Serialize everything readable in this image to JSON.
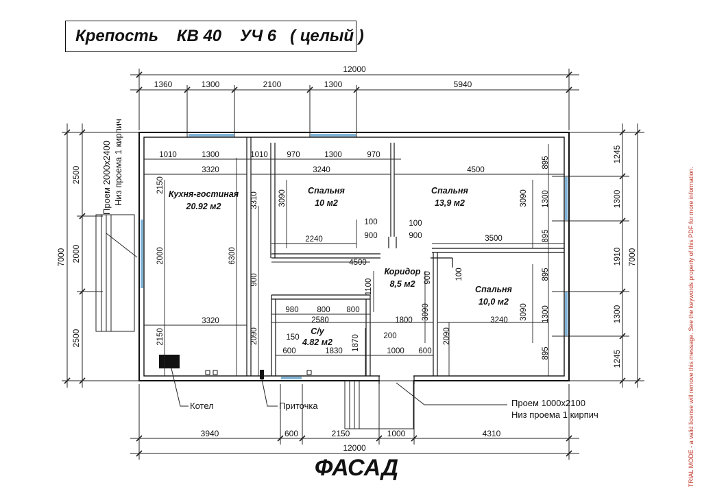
{
  "title": "Крепость    КВ 40    УЧ 6   ( целый )",
  "facade": "ФАСАД",
  "watermark": "TRIAL MODE - a valid license will remove this message. See the keywords property of this PDF for more information.",
  "dims": {
    "total_top": "12000",
    "total_bottom": "12000",
    "top": [
      "1360",
      "1300",
      "2100",
      "1300",
      "5940"
    ],
    "bottom": [
      "3940",
      "600",
      "2150",
      "1000",
      "4310"
    ],
    "left_outer": [
      "2500",
      "2000",
      "2500"
    ],
    "left_total": "7000",
    "right_outer": [
      "1245",
      "1300",
      "1910",
      "1300",
      "1245"
    ],
    "right_total": "7000",
    "inner_top_row": [
      "1010",
      "1300",
      "1010",
      "970",
      "1300",
      "970"
    ],
    "kitchen_width_top": "3320",
    "kitchen_width_bottom": "3320",
    "kitchen_left": [
      "2150",
      "2000",
      "2150"
    ],
    "kitchen_height_total": "6300",
    "kitchen_3310": "3310",
    "kitchen_900": "900",
    "kitchen_2090": "2090",
    "bed1_width": "3240",
    "bed1_height": "3090",
    "bed1_2240": "2240",
    "bed2_width": "4500",
    "bed2_height": "3090",
    "corridor_4500": "4500",
    "door_100a": "100",
    "door_100b": "100",
    "door_900a": "900",
    "door_900b": "900",
    "door_100c": "100",
    "corr_1100": "1100",
    "corr_900": "900",
    "bed2_right": [
      "895",
      "1300",
      "895"
    ],
    "bed3_right": [
      "895",
      "1300",
      "895"
    ],
    "bed3_3500": "3500",
    "bed3_width": "3240",
    "bed3_height": "3090",
    "bed3_2090": "2090",
    "wc_top": [
      "980",
      "800",
      "800"
    ],
    "wc_2580": "2580",
    "wc_150": "150",
    "wc_600": "600",
    "wc_1830": "1830",
    "wc_1870": "1870",
    "corr_1800": "1800",
    "corr_3090": "3090",
    "corr_200": "200",
    "corr_1000": "1000",
    "corr_600": "600"
  },
  "rooms": {
    "kitchen": {
      "name": "Кухня-гостиная",
      "area": "20.92 м2"
    },
    "bed1": {
      "name": "Спальня",
      "area": "10 м2"
    },
    "bed2": {
      "name": "Спальня",
      "area": "13,9 м2"
    },
    "corridor": {
      "name": "Коридор",
      "area": "8,5 м2"
    },
    "bed3": {
      "name": "Спальня",
      "area": "10,0 м2"
    },
    "wc": {
      "name": "С/у",
      "area": "4.82 м2"
    }
  },
  "callouts": {
    "boiler": "Котел",
    "supply": "Приточка",
    "door_open_line1": "Проем 1000х2100",
    "door_open_line2": "Низ проема 1 кирпич",
    "side_open_line1": "Проем 2000х2400",
    "side_open_line2": "Низ проема 1 кирпич"
  },
  "colors": {
    "wall": "#111111",
    "window": "#7fb2d6",
    "line": "#222222"
  }
}
